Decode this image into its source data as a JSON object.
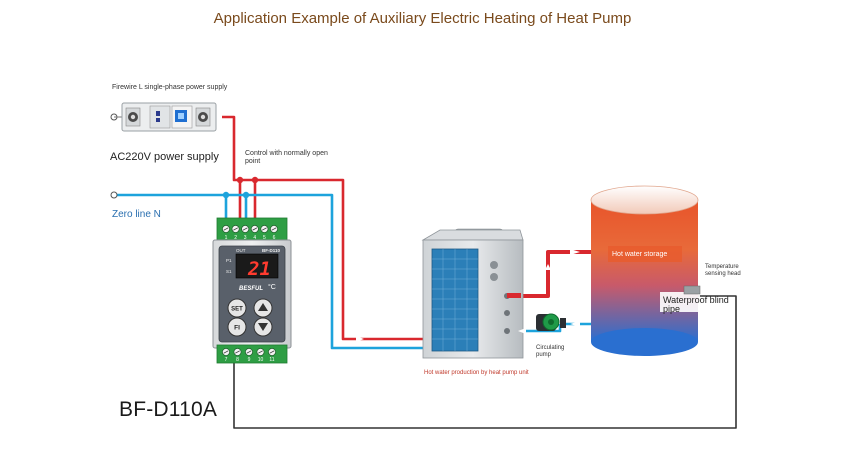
{
  "title": "Application Example of Auxiliary Electric Heating of Heat Pump",
  "labels": {
    "power_supply": "Firewire L single-phase power supply",
    "ac_supply": "AC220V power supply",
    "control": "Control with normally open point",
    "zero_line": "Zero line N",
    "hot_water_storage": "Hot water storage",
    "temp_sensing_head": "Temperature sensing head",
    "waterproof_blind_pipe": "Waterproof blind pipe",
    "circulating_pump": "Circulating pump",
    "heat_pump_unit": "Hot water production by heat pump unit",
    "model": "BF-D110A"
  },
  "controller": {
    "brand_top": "BF-D110",
    "out_label": "OUT",
    "display_value": "21",
    "display_unit": "°C",
    "brand_logo": "BESFUL",
    "ind_1": "P1",
    "ind_2": "S1",
    "set_label": "SET",
    "fi_label": "FI",
    "top_terminals": [
      "1",
      "2",
      "3",
      "4",
      "5",
      "6"
    ],
    "bottom_terminals": [
      "7",
      "8",
      "9",
      "10",
      "11"
    ]
  },
  "colors": {
    "live_wire": "#d9282e",
    "neutral_wire": "#1da3dc",
    "sensor_wire": "#333333",
    "title": "#7a4a1c",
    "terminal_green": "#2e9e44"
  }
}
